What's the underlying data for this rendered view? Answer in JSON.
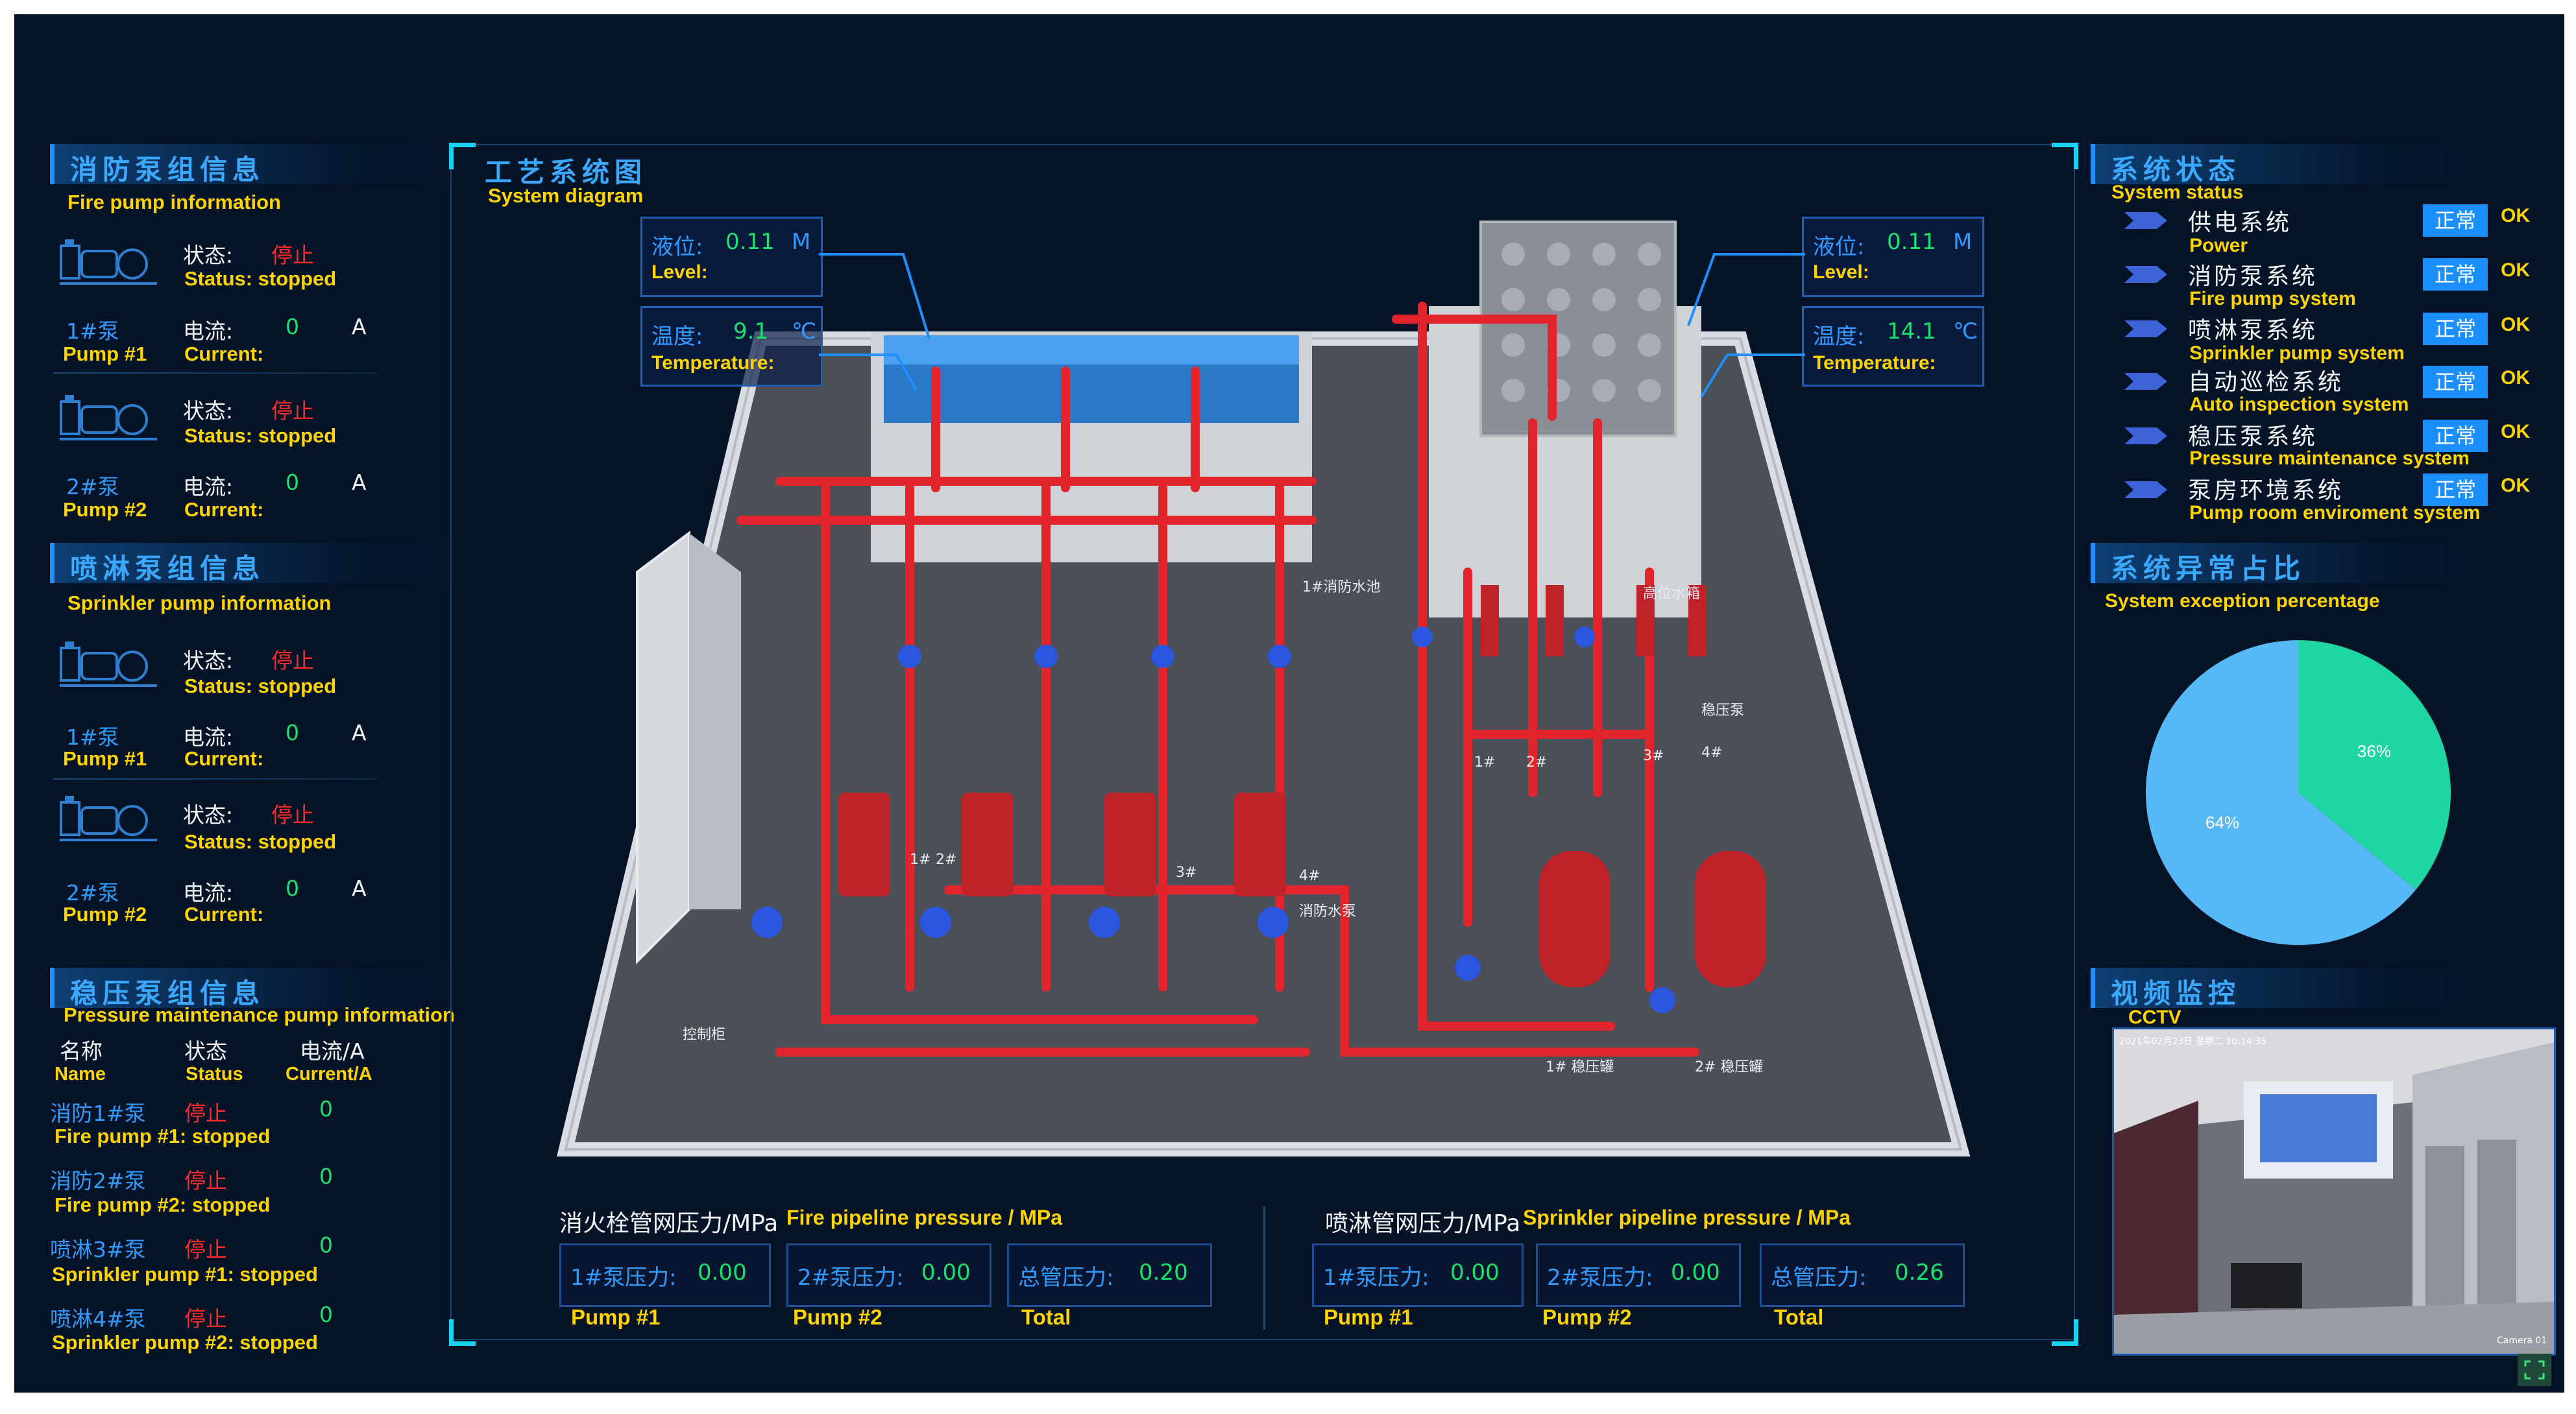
{
  "fire_pump": {
    "title_cn": "消防泵组信息",
    "title_en": "Fire pump information",
    "pumps": [
      {
        "status_label": "状态:",
        "status_value": "停止",
        "status_en": "Status: stopped",
        "name_cn": "1#泵",
        "name_en": "Pump #1",
        "current_label": "电流:",
        "current_en": "Current:",
        "current_value": "0",
        "unit": "A"
      },
      {
        "status_label": "状态:",
        "status_value": "停止",
        "status_en": "Status: stopped",
        "name_cn": "2#泵",
        "name_en": "Pump #2",
        "current_label": "电流:",
        "current_en": "Current:",
        "current_value": "0",
        "unit": "A"
      }
    ]
  },
  "sprinkler_pump": {
    "title_cn": "喷淋泵组信息",
    "title_en": "Sprinkler pump information",
    "pumps": [
      {
        "status_label": "状态:",
        "status_value": "停止",
        "status_en": "Status: stopped",
        "name_cn": "1#泵",
        "name_en": "Pump #1",
        "current_label": "电流:",
        "current_en": "Current:",
        "current_value": "0",
        "unit": "A"
      },
      {
        "status_label": "状态:",
        "status_value": "停止",
        "status_en": "Status: stopped",
        "name_cn": "2#泵",
        "name_en": "Pump #2",
        "current_label": "电流:",
        "current_en": "Current:",
        "current_value": "0",
        "unit": "A"
      }
    ]
  },
  "pressure_pump": {
    "title_cn": "稳压泵组信息",
    "title_en": "Pressure maintenance pump information",
    "headers": [
      {
        "cn": "名称",
        "en": "Name"
      },
      {
        "cn": "状态",
        "en": "Status"
      },
      {
        "cn": "电流/A",
        "en": "Current/A"
      }
    ],
    "rows": [
      {
        "name": "消防1#泵",
        "status": "停止",
        "current": "0",
        "desc": "Fire pump #1: stopped"
      },
      {
        "name": "消防2#泵",
        "status": "停止",
        "current": "0",
        "desc": "Fire pump #2: stopped"
      },
      {
        "name": "喷淋3#泵",
        "status": "停止",
        "current": "0",
        "desc": "Sprinkler pump #1: stopped"
      },
      {
        "name": "喷淋4#泵",
        "status": "停止",
        "current": "0",
        "desc": "Sprinkler pump #2: stopped"
      }
    ]
  },
  "diagram": {
    "title_cn": "工艺系统图",
    "title_en": "System diagram",
    "left_tank": {
      "level_label": "液位:",
      "level_en": "Level:",
      "level_value": "0.11",
      "level_unit": "M",
      "temp_label": "温度:",
      "temp_en": "Temperature:",
      "temp_value": "9.1",
      "temp_unit": "℃"
    },
    "right_tank": {
      "level_label": "液位:",
      "level_en": "Level:",
      "level_value": "0.11",
      "level_unit": "M",
      "temp_label": "温度:",
      "temp_en": "Temperature:",
      "temp_value": "14.1",
      "temp_unit": "℃"
    },
    "scene_labels": {
      "pool": "1#消防水池",
      "high_tank": "高位水箱",
      "stab_pump": "稳压泵",
      "fire_pump": "消防水泵",
      "control": "控制柜",
      "tank1": "1# 稳压罐",
      "tank2": "2# 稳压罐",
      "n1": "1#",
      "n2": "2#",
      "n3": "3#",
      "n4": "4#",
      "s1": "1#",
      "s2": "2#",
      "s3": "3#",
      "s4": "4#"
    }
  },
  "pressure": {
    "fire": {
      "title_cn": "消火栓管网压力/MPa",
      "title_en": "Fire pipeline pressure / MPa",
      "boxes": [
        {
          "label": "1#泵压力:",
          "value": "0.00",
          "en": "Pump #1"
        },
        {
          "label": "2#泵压力:",
          "value": "0.00",
          "en": "Pump #2"
        },
        {
          "label": "总管压力:",
          "value": "0.20",
          "en": "Total"
        }
      ]
    },
    "sprinkler": {
      "title_cn": "喷淋管网压力/MPa",
      "title_en": "Sprinkler pipeline pressure / MPa",
      "boxes": [
        {
          "label": "1#泵压力:",
          "value": "0.00",
          "en": "Pump #1"
        },
        {
          "label": "2#泵压力:",
          "value": "0.00",
          "en": "Pump #2"
        },
        {
          "label": "总管压力:",
          "value": "0.26",
          "en": "Total"
        }
      ]
    }
  },
  "system_status": {
    "title_cn": "系统状态",
    "title_en": "System status",
    "items": [
      {
        "cn": "供电系统",
        "en": "Power",
        "badge": "正常",
        "ok": "OK"
      },
      {
        "cn": "消防泵系统",
        "en": "Fire pump system",
        "badge": "正常",
        "ok": "OK"
      },
      {
        "cn": "喷淋泵系统",
        "en": "Sprinkler pump system",
        "badge": "正常",
        "ok": "OK"
      },
      {
        "cn": "自动巡检系统",
        "en": "Auto inspection system",
        "badge": "正常",
        "ok": "OK"
      },
      {
        "cn": "稳压泵系统",
        "en": "Pressure maintenance system",
        "badge": "正常",
        "ok": "OK"
      },
      {
        "cn": "泵房环境系统",
        "en": "Pump room enviroment system",
        "badge": "正常",
        "ok": "OK"
      }
    ]
  },
  "exception": {
    "title_cn": "系统异常占比",
    "title_en": "System exception percentage",
    "chart_data": {
      "type": "pie",
      "slices": [
        {
          "label": "36%",
          "value": 36,
          "color": "#1fd6a2"
        },
        {
          "label": "64%",
          "value": 64,
          "color": "#56b8f5"
        }
      ]
    }
  },
  "cctv": {
    "title_cn": "视频监控",
    "title_en": "CCTV",
    "timestamp": "2021年02月23日 星期二 10:14:35",
    "camera": "Camera 01"
  },
  "colors": {
    "accent": "#1e90ff",
    "ok": "#19e36a",
    "alarm": "#ff2a2a",
    "label": "#ffd400",
    "frame": "#19d2f0"
  }
}
